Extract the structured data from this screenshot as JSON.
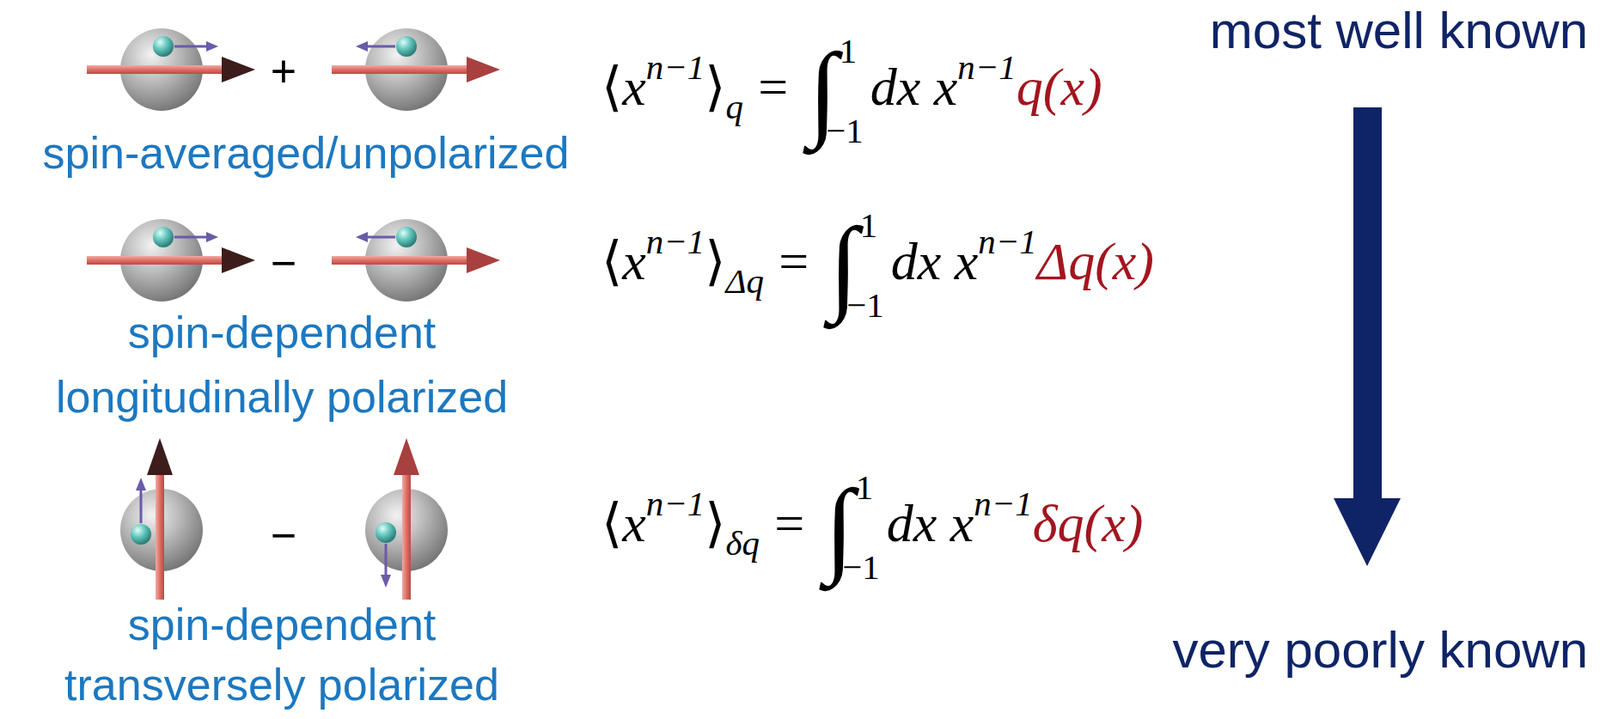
{
  "diagram": {
    "labels": [
      "most well known",
      "+",
      "⟨",
      "x",
      "n−1",
      "⟩",
      "q",
      "=",
      "∫",
      "1",
      "−1",
      "dx x",
      "n−1",
      "q(x)",
      "spin-averaged/unpolarized",
      "−",
      "⟨",
      "x",
      "n−1",
      "⟩",
      "Δq",
      "=",
      "∫",
      "1",
      "−1",
      "dx x",
      "n−1",
      "Δq(x)",
      "spin-dependent longitudinally polarized",
      "−",
      "⟨",
      "x",
      "n−1",
      "⟩",
      "δq",
      "=",
      "∫",
      "1",
      "−1",
      "dx x",
      "n−1",
      "δq(x)",
      "spin-dependent transversely polarized",
      "very poorly known"
    ]
  }
}
